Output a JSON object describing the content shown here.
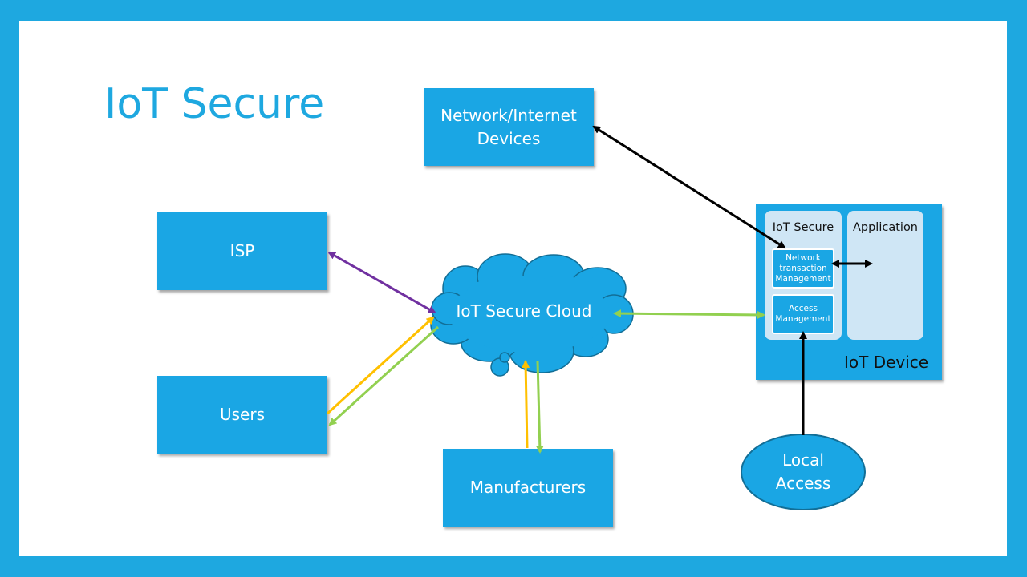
{
  "slide": {
    "title": "IoT Secure"
  },
  "nodes": {
    "network_devices_line1": "Network/Internet",
    "network_devices_line2": "Devices",
    "isp": "ISP",
    "users": "Users",
    "manufacturers": "Manufacturers",
    "cloud": "IoT Secure Cloud",
    "local_access_line1": "Local",
    "local_access_line2": "Access"
  },
  "iot_device": {
    "label": "IoT Device",
    "iot_secure_panel": "IoT Secure",
    "application_panel": "Application",
    "network_mgmt_line1": "Network",
    "network_mgmt_line2": "transaction",
    "network_mgmt_line3": "Management",
    "access_mgmt_line1": "Access",
    "access_mgmt_line2": "Management"
  },
  "colors": {
    "background": "#1EA8E0",
    "box": "#1AA6E4",
    "panel": "#CFE6F5",
    "arrow_black": "#000000",
    "arrow_purple": "#7030A0",
    "arrow_yellow": "#FFC000",
    "arrow_green": "#92D050"
  }
}
